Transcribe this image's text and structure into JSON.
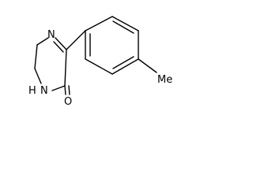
{
  "diagram": {
    "type": "chemical-structure",
    "atom_labels": {
      "nitrogen_top": "N",
      "nitrogen_amide": "N",
      "hydrogen_amide": "H",
      "oxygen_carbonyl": "O",
      "methyl": "Me"
    },
    "colors": {
      "bond": "#000000",
      "background": "#ffffff"
    }
  }
}
